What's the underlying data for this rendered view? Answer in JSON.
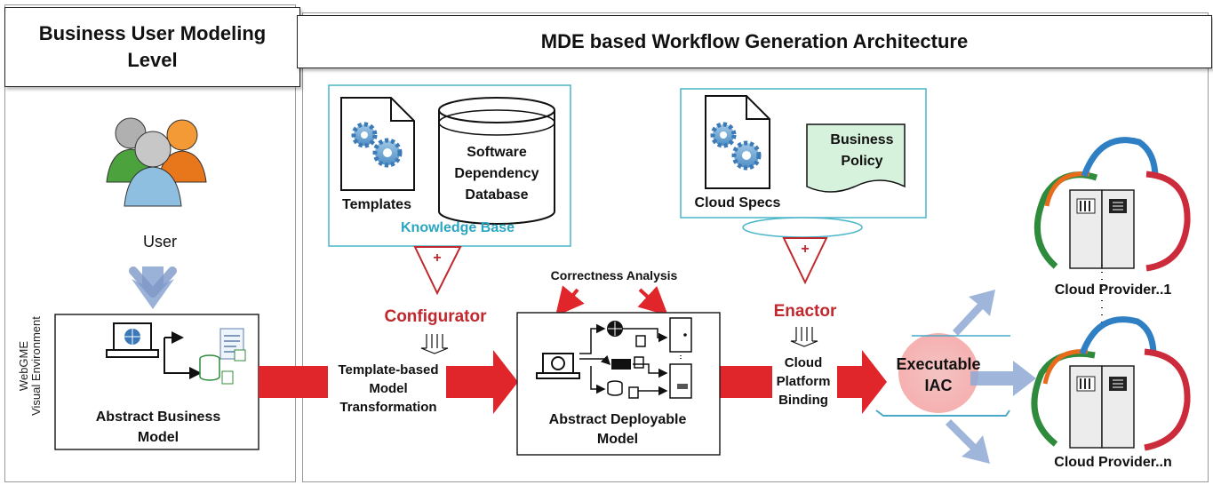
{
  "left_panel": {
    "title": "Business User Modeling Level",
    "user_label": "User",
    "env_line1": "WebGME",
    "env_line2": "Visual Environment",
    "model_label": "Abstract Business Model"
  },
  "main_panel": {
    "title": "MDE based Workflow Generation Architecture"
  },
  "knowledge_base": {
    "templates_label": "Templates",
    "db_label": "Software Dependency Database",
    "caption": "Knowledge Base"
  },
  "cloud_specs": {
    "label": "Cloud Specs",
    "policy_label": "Business Policy"
  },
  "configurator": {
    "title": "Configurator",
    "plus": "+",
    "step_label": "Template-based Model Transformation"
  },
  "correctness": {
    "label": "Correctness Analysis"
  },
  "deployable": {
    "label": "Abstract Deployable Model"
  },
  "enactor": {
    "title": "Enactor",
    "plus": "+",
    "step_label": "Cloud Platform Binding"
  },
  "iac": {
    "label": "Executable IAC"
  },
  "providers": {
    "first": "Cloud Provider..1",
    "last": "Cloud Provider..n"
  },
  "colors": {
    "red": "#e0262b",
    "blue_arrow": "#8fa8d4",
    "teal": "#2aa6c0",
    "dark_red": "#c0282d"
  }
}
